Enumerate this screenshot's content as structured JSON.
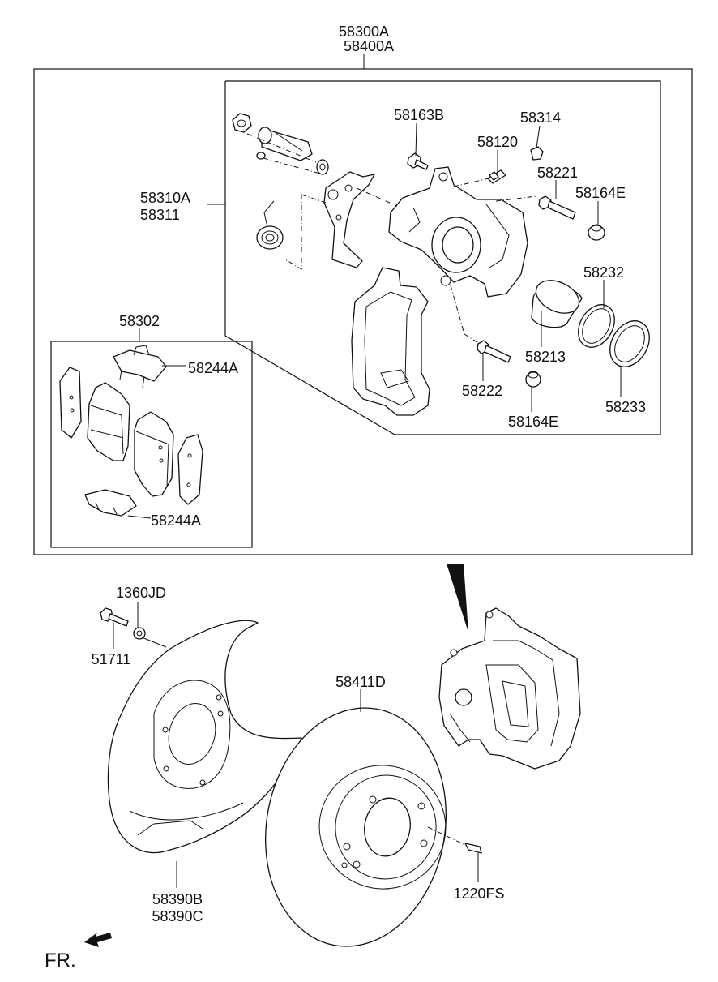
{
  "labels": {
    "assembly_top": "58300A",
    "assembly_bottom": "58400A",
    "caliper_kit_1": "58310A",
    "caliper_kit_2": "58311",
    "pad_kit": "58302",
    "pad_clip_top": "58244A",
    "pad_clip_bottom": "58244A",
    "bolt_58163b": "58163B",
    "bleeder_cap": "58314",
    "bleeder_screw": "58120",
    "guide_rod_upper": "58221",
    "boot_upper": "58164E",
    "piston": "58232",
    "piston_seal": "58213",
    "piston_boot": "58233",
    "guide_rod_lower": "58222",
    "boot_lower": "58164E",
    "washer": "1360JD",
    "bolt_51711": "51711",
    "disc": "58411D",
    "dust_cover_1": "58390B",
    "dust_cover_2": "58390C",
    "screw_1220fs": "1220FS",
    "front_indicator": "FR."
  },
  "icons": {
    "front_arrow": "arrow-icon",
    "pointer": "pointer-arrow-icon"
  },
  "colors": {
    "line": "#111111",
    "background": "#ffffff"
  }
}
